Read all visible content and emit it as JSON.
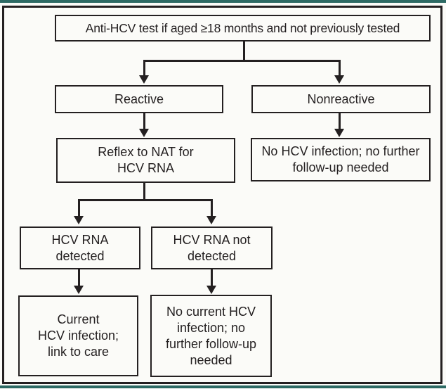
{
  "figure": {
    "title": "Anti-HCV testing algorithm flowchart",
    "colors": {
      "background": "#fbfbf8",
      "text": "#231f20",
      "line": "#242021",
      "rule": "#2d6a64"
    },
    "nodes": {
      "root": "Anti-HCV test if aged ≥18 months and not previously tested",
      "reactive": "Reactive",
      "nonreactive": "Nonreactive",
      "reflex_nat": "Reflex to NAT for\nHCV RNA",
      "no_infection": "No HCV infection; no further\nfollow-up needed",
      "rna_detected": "HCV RNA\ndetected",
      "rna_not_detected": "HCV RNA not\ndetected",
      "current_infection": "Current\nHCV infection;\nlink to care",
      "no_current_infection": "No current HCV\ninfection; no\nfurther follow-up\nneeded"
    }
  }
}
